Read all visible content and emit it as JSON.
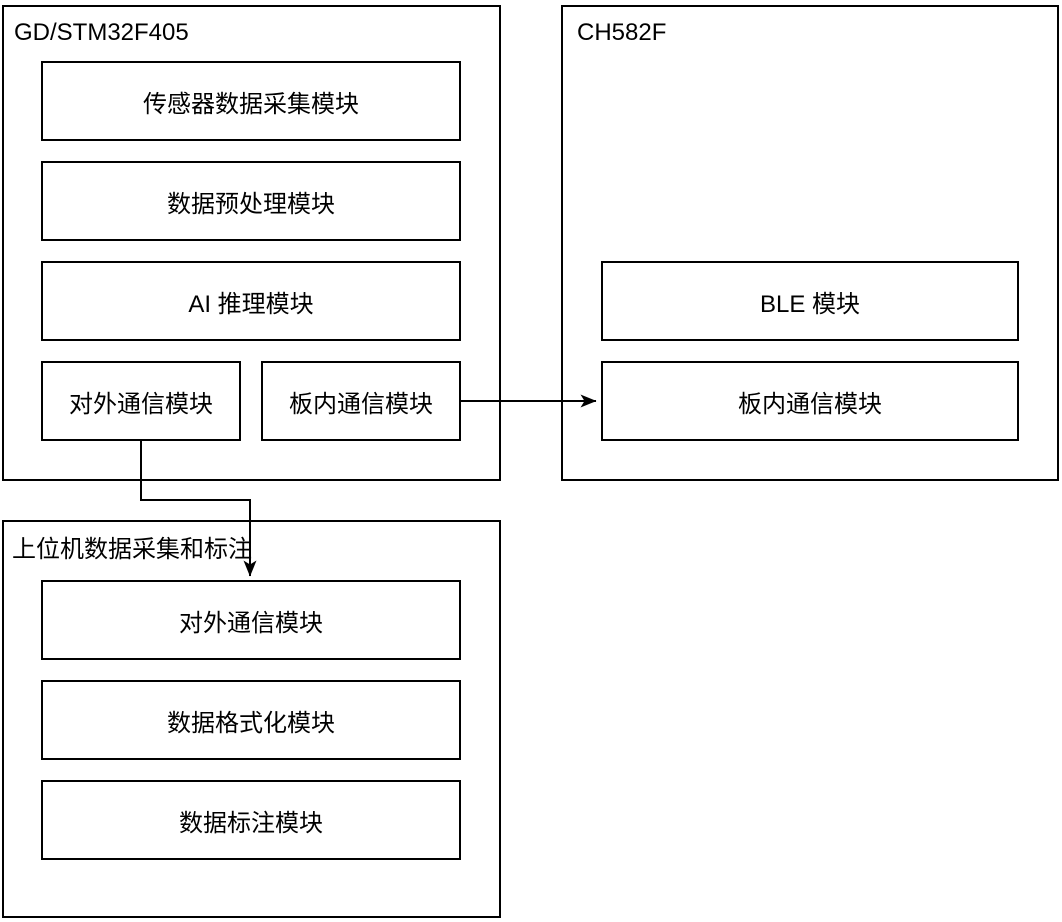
{
  "diagram": {
    "background_color": "#ffffff",
    "stroke_color": "#000000",
    "text_color": "#000000",
    "containers": [
      {
        "title": "GD/STM32F405",
        "modules": [
          "传感器数据采集模块",
          "数据预处理模块",
          "AI 推理模块",
          "对外通信模块",
          "板内通信模块"
        ]
      },
      {
        "title": "CH582F",
        "modules": [
          "BLE 模块",
          "板内通信模块"
        ]
      },
      {
        "title": "上位机数据采集和标注",
        "modules": [
          "对外通信模块",
          "数据格式化模块",
          "数据标注模块"
        ]
      }
    ],
    "connections": [
      {
        "from": "GD/STM32F405 板内通信模块",
        "to": "CH582F 板内通信模块",
        "style": "straight-arrow-right"
      },
      {
        "from": "GD/STM32F405 对外通信模块",
        "to": "上位机数据采集和标注 对外通信模块",
        "style": "elbow-arrow-down"
      }
    ]
  }
}
